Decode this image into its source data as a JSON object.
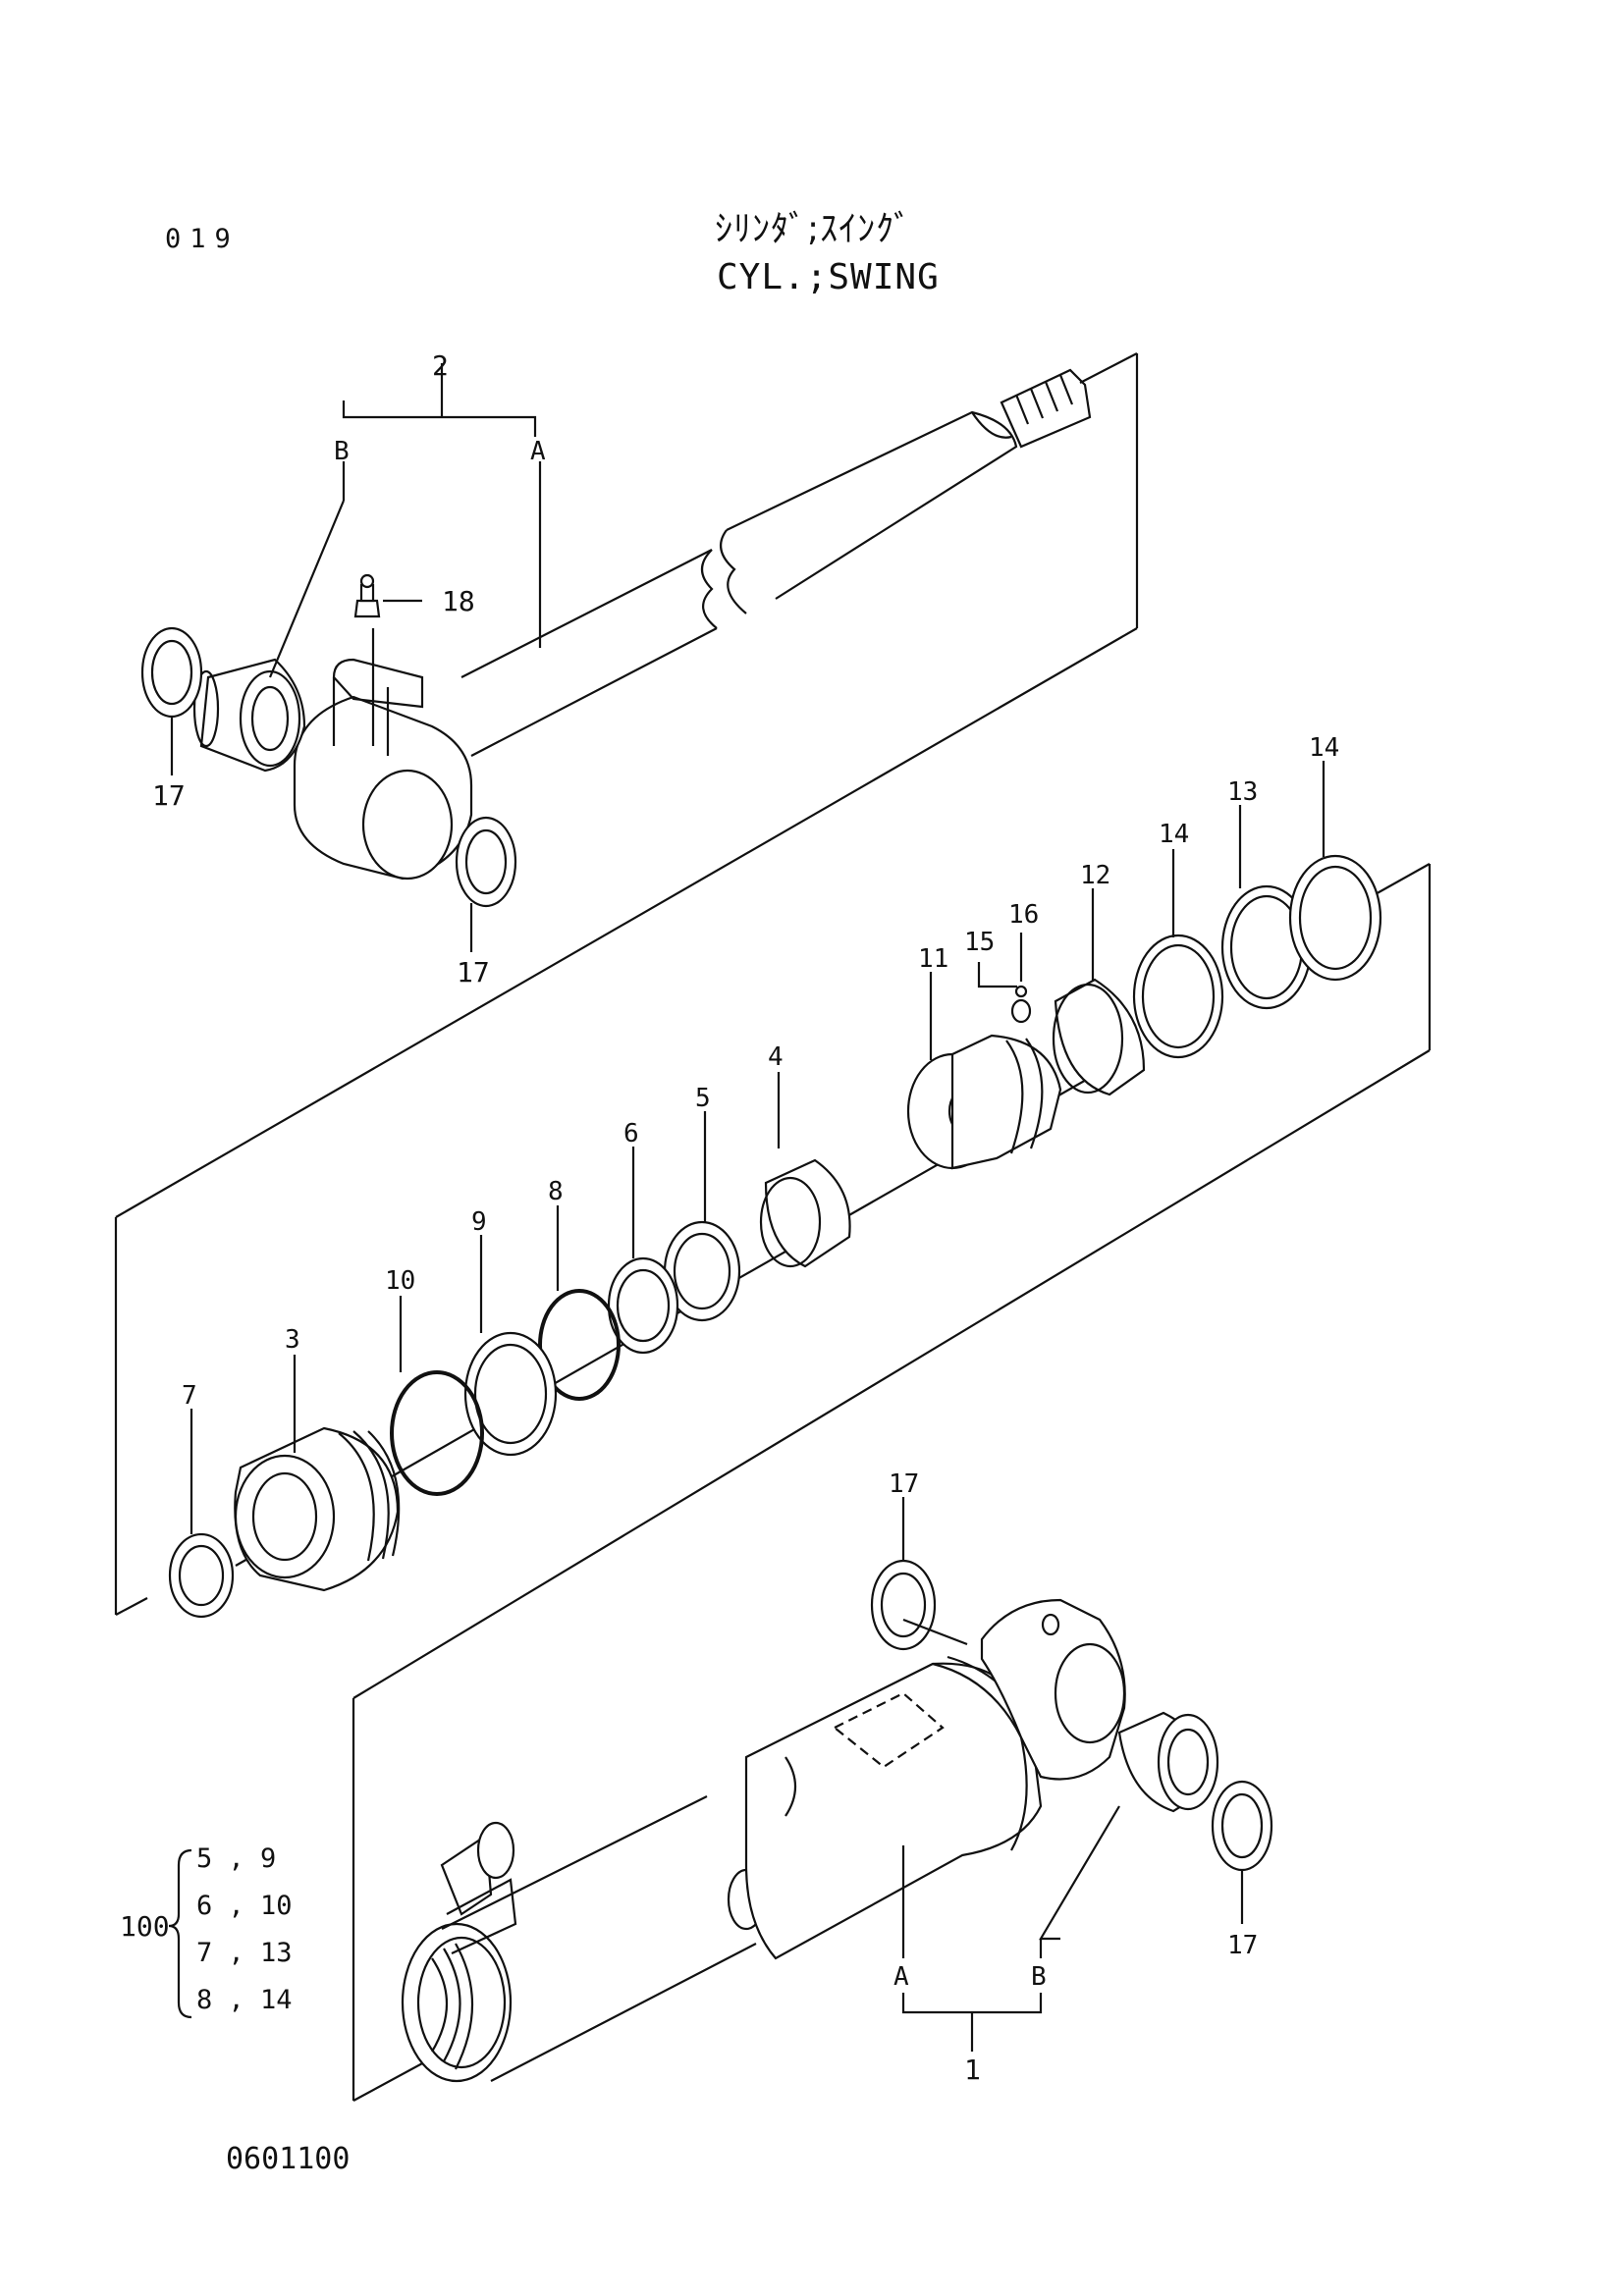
{
  "header": {
    "page_number": "019",
    "title_jp": "ｼﾘﾝﾀﾞ;ｽｲﾝｸﾞ",
    "title_en": "CYL.;SWING"
  },
  "footer": {
    "doc_code": "0601100"
  },
  "callouts": {
    "c1": "1",
    "c2": "2",
    "c3": "3",
    "c4": "4",
    "c5": "5",
    "c6": "6",
    "c7": "7",
    "c8": "8",
    "c9": "9",
    "c10": "10",
    "c11": "11",
    "c12": "12",
    "c13": "13",
    "c14": "14",
    "c15": "15",
    "c16": "16",
    "c17": "17",
    "c18": "18",
    "a": "A",
    "b": "B"
  },
  "kit": {
    "number": "100",
    "rows": [
      "5 , 9",
      "6 , 10",
      "7 , 13",
      "8 , 14"
    ]
  }
}
